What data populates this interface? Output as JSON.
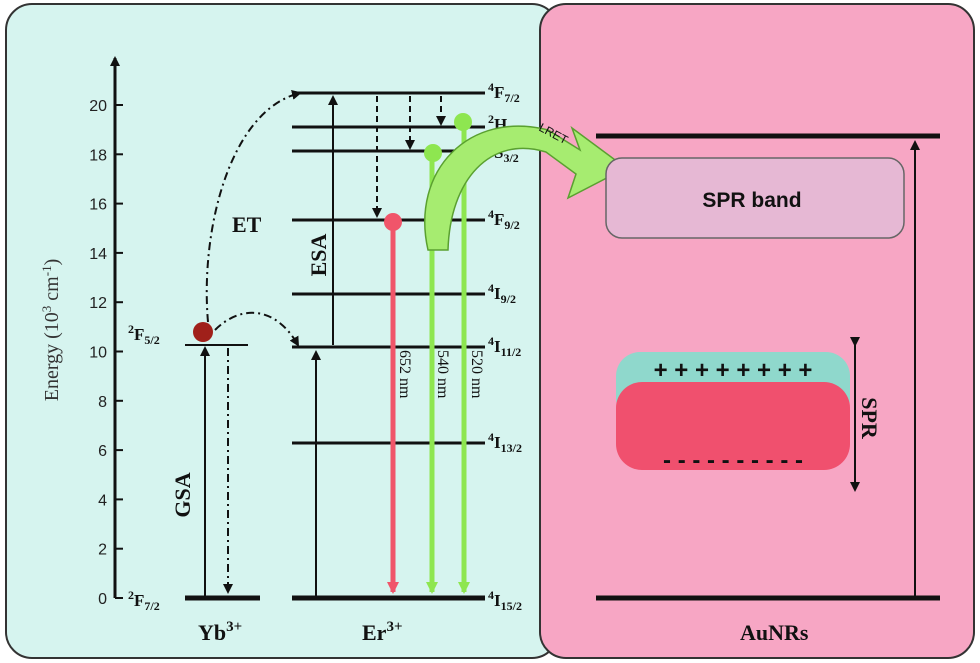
{
  "yaxis": {
    "title": "Energy (10",
    "title_sup": "3",
    "title_tail": " cm",
    "title_sup2": "-1",
    "title_close": ")",
    "ticks": [
      "0",
      "2",
      "4",
      "6",
      "8",
      "10",
      "12",
      "14",
      "16",
      "18",
      "20"
    ]
  },
  "ions": {
    "yb": "Yb",
    "yb_sup": "3+",
    "er": "Er",
    "er_sup": "3+",
    "au": "AuNRs"
  },
  "yb_levels": [
    {
      "pre": "2",
      "main": "F",
      "sub": "7/2"
    },
    {
      "pre": "2",
      "main": "F",
      "sub": "5/2"
    }
  ],
  "er_levels": [
    {
      "pre": "4",
      "main": "I",
      "sub": "15/2"
    },
    {
      "pre": "4",
      "main": "I",
      "sub": "13/2"
    },
    {
      "pre": "4",
      "main": "I",
      "sub": "11/2"
    },
    {
      "pre": "4",
      "main": "I",
      "sub": "9/2"
    },
    {
      "pre": "4",
      "main": "F",
      "sub": "9/2"
    },
    {
      "pre": "4",
      "main": "S",
      "sub": "3/2"
    },
    {
      "pre": "2",
      "main": "H",
      "sub": "11/2"
    },
    {
      "pre": "4",
      "main": "F",
      "sub": "7/2"
    }
  ],
  "labels": {
    "gsa": "GSA",
    "et": "ET",
    "esa": "ESA",
    "lret": "LRET",
    "spr_band": "SPR band",
    "spr": "SPR",
    "plus": "+ + + + + + + +",
    "minus": "- - - - - - - - - -"
  },
  "emissions": [
    "652 nm",
    "540 nm",
    "520 nm"
  ],
  "colors": {
    "left_panel": "#d6f4ef",
    "right_panel": "#f7a6c4",
    "red_emission": "#f0556a",
    "green_emission": "#8ee650",
    "dot_yb": "#a0201a",
    "spr_band_fill": "#e6b8d4",
    "positive_layer": "#8fd8cc",
    "rod_body": "#f0506e"
  }
}
